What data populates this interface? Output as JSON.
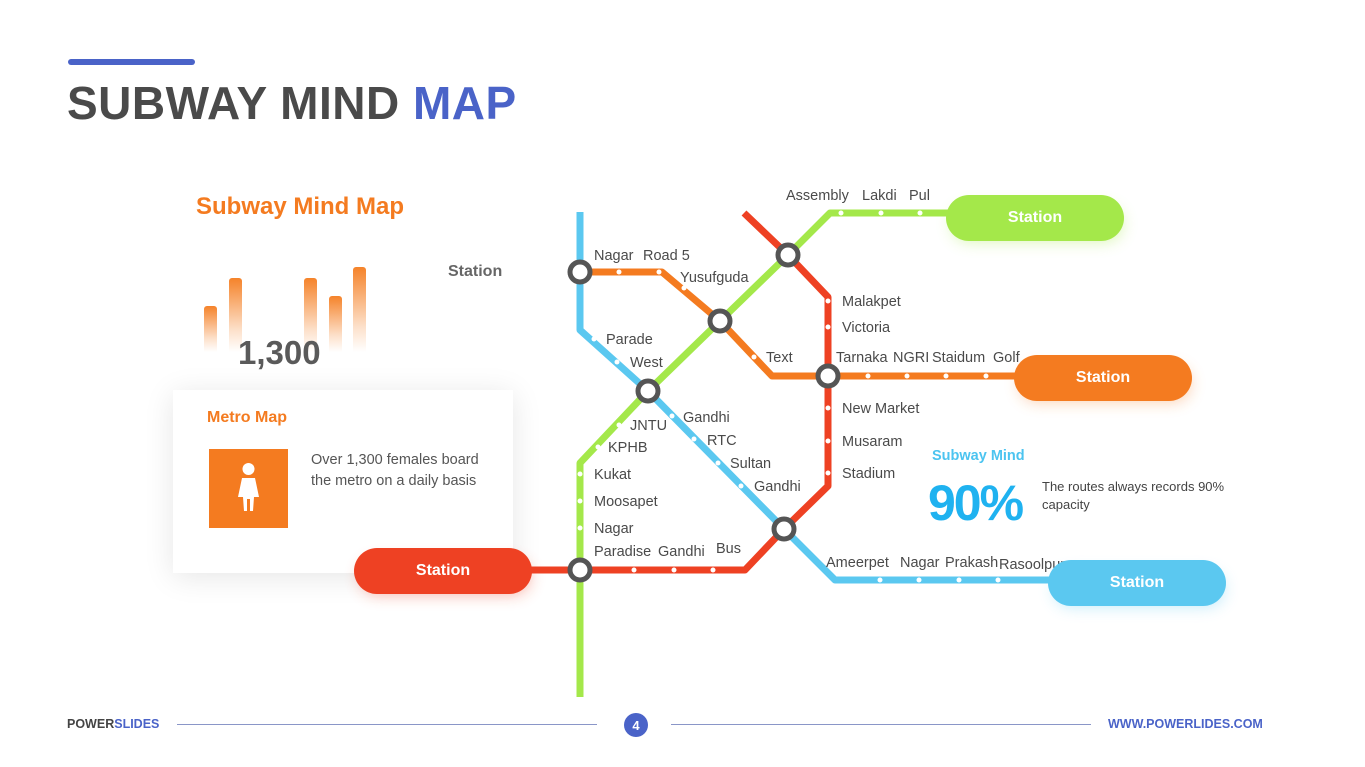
{
  "title": {
    "main": "SUBWAY MIND",
    "accent": "MAP"
  },
  "subtitle": "Subway Mind Map",
  "station_label": "Station",
  "big_number": "1,300",
  "card": {
    "title": "Metro Map",
    "icon": "female-person-icon",
    "text": "Over 1,300 females board the metro on a daily basis"
  },
  "pills": {
    "green": "Station",
    "orange": "Station",
    "red": "Station",
    "blue": "Station"
  },
  "stations": {
    "green": [
      "Assembly",
      "Lakdi",
      "Pul",
      "JNTU",
      "KPHB",
      "Kukat",
      "Moosapet",
      "Nagar",
      "Paradise"
    ],
    "orange": [
      "Nagar",
      "Road 5",
      "Yusufguda",
      "Text",
      "Tarnaka",
      "NGRI",
      "Staidum",
      "Golf"
    ],
    "red": [
      "Malakpet",
      "Victoria",
      "New Market",
      "Musaram",
      "Stadium",
      "Gandhi",
      "Bus"
    ],
    "blue": [
      "Parade",
      "West",
      "Gandhi",
      "RTC",
      "Sultan",
      "Gandhi",
      "Ameerpet",
      "Nagar",
      "Prakash",
      "Rasoolpura"
    ]
  },
  "stats": {
    "title": "Subway Mind",
    "percent": "90%",
    "text": "The routes always records 90% capacity"
  },
  "colors": {
    "green": "#a4e84a",
    "orange": "#f47b20",
    "red": "#ee4123",
    "blue": "#5bc8f0",
    "brand": "#4a63c8"
  },
  "footer": {
    "brand_a": "POWER",
    "brand_b": "SLIDES",
    "page": "4",
    "url": "WWW.POWERLIDES.COM"
  }
}
